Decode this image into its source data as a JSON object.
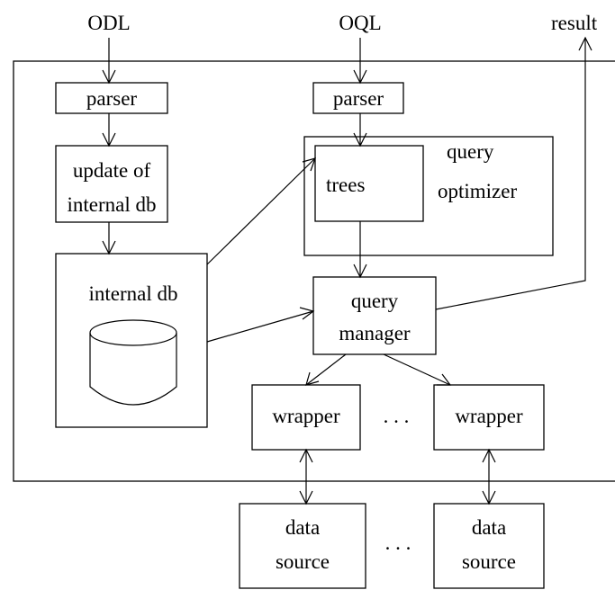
{
  "inputs": {
    "odl": "ODL",
    "oql": "OQL",
    "result": "result"
  },
  "left": {
    "parser": "parser",
    "update_line1": "update of",
    "update_line2": "internal db",
    "internal_db": "internal db"
  },
  "center": {
    "parser": "parser",
    "trees": "trees",
    "optimizer_line1": "query",
    "optimizer_line2": "optimizer",
    "manager_line1": "query",
    "manager_line2": "manager",
    "wrapper_1": "wrapper",
    "wrapper_2": "wrapper",
    "ellipsis_wrappers": ". . .",
    "source_1_line1": "data",
    "source_1_line2": "source",
    "source_2_line1": "data",
    "source_2_line2": "source",
    "ellipsis_sources": ". . ."
  }
}
